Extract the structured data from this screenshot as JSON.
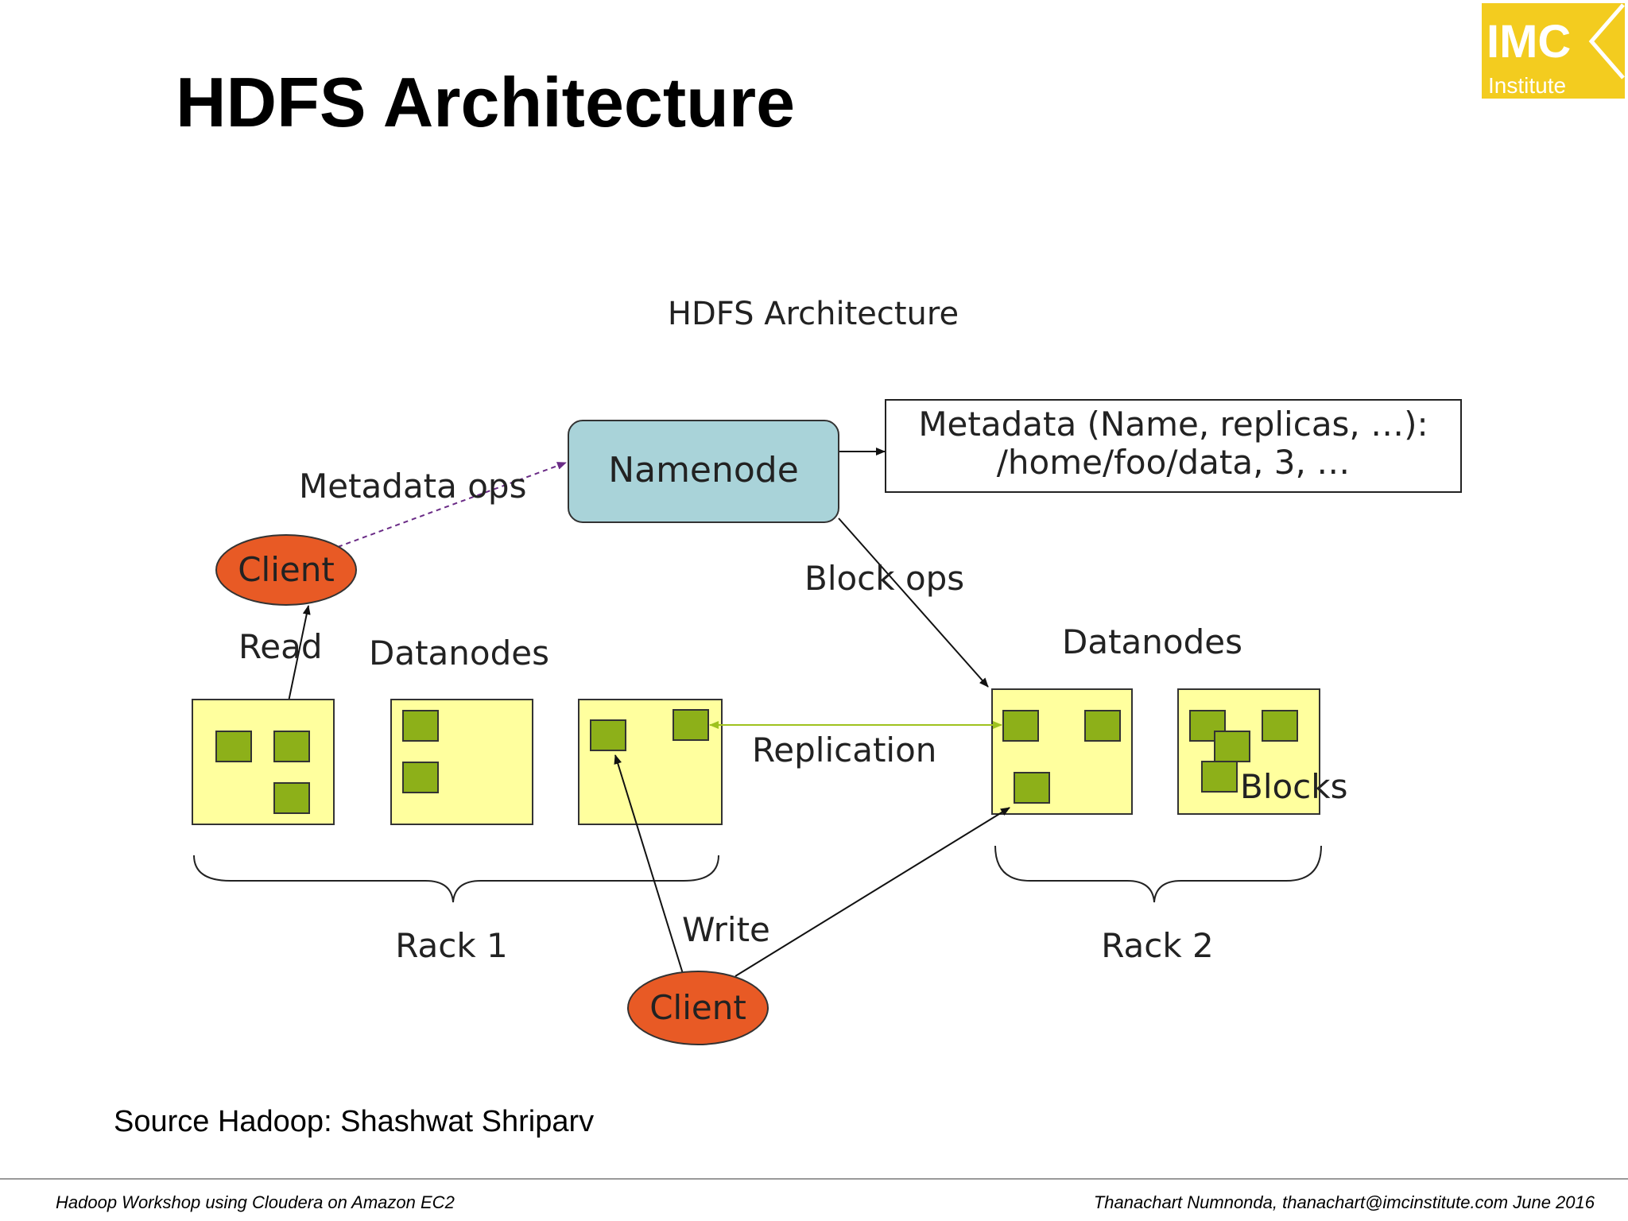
{
  "slide": {
    "title": "HDFS Architecture",
    "source": "Source Hadoop: Shashwat Shriparv"
  },
  "logo": {
    "main": "IMC",
    "sub": "Institute",
    "color": "#f3cc1f"
  },
  "footer": {
    "left": "Hadoop Workshop using Cloudera on Amazon EC2",
    "right": "Thanachart Numnonda,  thanachart@imcinstitute.com  June 2016"
  },
  "diagram": {
    "title": "HDFS Architecture",
    "namenode": "Namenode",
    "metadata_line1": "Metadata (Name, replicas, …):",
    "metadata_line2": "/home/foo/data, 3, …",
    "metadata_ops": "Metadata ops",
    "block_ops": "Block ops",
    "client_top": "Client",
    "client_bottom": "Client",
    "read": "Read",
    "write": "Write",
    "datanodes_left": "Datanodes",
    "datanodes_right": "Datanodes",
    "replication": "Replication",
    "blocks": "Blocks",
    "rack1": "Rack 1",
    "rack2": "Rack 2",
    "colors": {
      "namenode_fill": "#a9d3d9",
      "client_fill": "#e85a25",
      "datanode_fill": "#ffff9e",
      "block_fill": "#8db019",
      "metadata_ops_line": "#6a2b86",
      "replication_line": "#9fc21e"
    }
  }
}
